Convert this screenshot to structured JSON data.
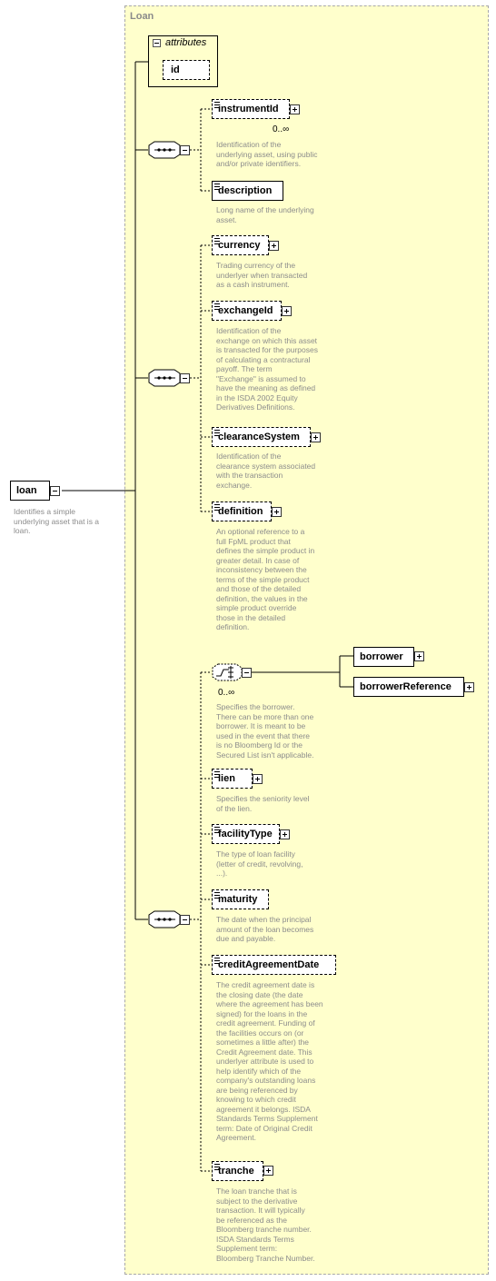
{
  "diagram": {
    "group_title": "Loan",
    "attributes_label": "attributes",
    "attribute_id": "id",
    "root": {
      "name": "loan",
      "description": [
        "Identifies a simple",
        "underlying asset that is a",
        "loan."
      ]
    },
    "sequence1": [
      {
        "name": "instrumentId",
        "occurrence": "0..∞",
        "description": [
          "Identification of the",
          "underlying asset, using public",
          "and/or private identifiers."
        ]
      },
      {
        "name": "description",
        "description": [
          "Long name of the underlying",
          "asset."
        ]
      }
    ],
    "sequence2": [
      {
        "name": "currency",
        "description": [
          "Trading currency of the",
          "underlyer when transacted",
          "as a cash instrument."
        ]
      },
      {
        "name": "exchangeId",
        "description": [
          "Identification of the",
          "exchange on which this asset",
          "is transacted for the purposes",
          "of calculating a contractural",
          "payoff. The term",
          "\"Exchange\" is assumed to",
          "have the meaning as defined",
          "in the ISDA 2002 Equity",
          "Derivatives Definitions."
        ]
      },
      {
        "name": "clearanceSystem",
        "description": [
          "Identification of the",
          "clearance system associated",
          "with the transaction",
          "exchange."
        ]
      },
      {
        "name": "definition",
        "description": [
          "An optional reference to a",
          "full FpML product that",
          "defines the simple product in",
          "greater detail. In case of",
          "inconsistency between the",
          "terms of the simple product",
          "and those of the detailed",
          "definition, the values in the",
          "simple product override",
          "those in the detailed",
          "definition."
        ]
      }
    ],
    "choice": {
      "occurrence": "0..∞",
      "description": [
        "Specifies the borrower.",
        "There can be more than one",
        "borrower. It is meant to be",
        "used in the event that there",
        "is no Bloomberg Id or the",
        "Secured List isn't applicable."
      ],
      "options": [
        "borrower",
        "borrowerReference"
      ]
    },
    "sequence3": [
      {
        "name": "lien",
        "description": [
          "Specifies the seniority level",
          "of the lien."
        ]
      },
      {
        "name": "facilityType",
        "description": [
          "The type of loan facility",
          "(letter of credit, revolving,",
          "...)."
        ]
      },
      {
        "name": "maturity",
        "description": [
          "The date when the principal",
          "amount of the loan becomes",
          "due and payable."
        ]
      },
      {
        "name": "creditAgreementDate",
        "description": [
          "The credit agreement date is",
          "the closing date (the date",
          "where the agreement has been",
          "signed) for the loans in the",
          "credit agreement. Funding of",
          "the facilities occurs on (or",
          "sometimes a little after) the",
          "Credit Agreement date. This",
          "underlyer attribute is used to",
          "help identify which of the",
          "company's outstanding loans",
          "are being referenced by",
          "knowing to which credit",
          "agreement it belongs. ISDA",
          "Standards Terms Supplement",
          "term: Date of Original Credit",
          "Agreement."
        ]
      },
      {
        "name": "tranche",
        "description": [
          "The loan tranche that is",
          "subject to the derivative",
          "transaction. It will typically",
          "be referenced as the",
          "Bloomberg tranche number.",
          "ISDA Standards Terms",
          "Supplement term:",
          "Bloomberg Tranche Number."
        ]
      }
    ]
  }
}
